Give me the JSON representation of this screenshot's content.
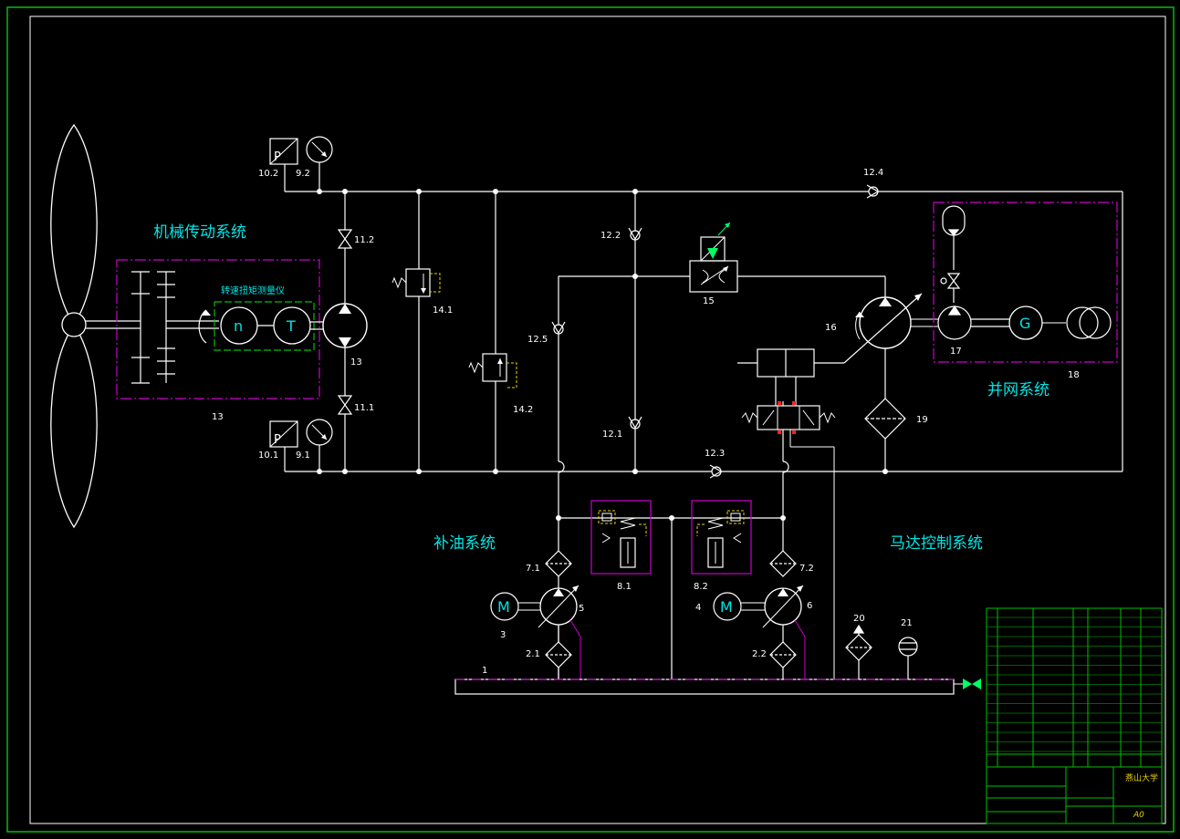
{
  "colors": {
    "line": "#ffffff",
    "frame": "#00c000",
    "group": "#cc00cc",
    "meter_box": "#00c000",
    "text": "#ffffff",
    "title_text": "#00e5e5",
    "indicator": "#ff2020",
    "valve_green": "#00ff66",
    "pilot": "#e8d200"
  },
  "systems": {
    "mechanical": "机械传动系统",
    "grid": "并网系统",
    "charge": "补油系统",
    "motor_control": "马达控制系统",
    "torque_meter": "转速扭矩测量仪"
  },
  "symbols": {
    "speed": "n",
    "torque": "T",
    "generator": "G",
    "motor": "M",
    "pressure": "P"
  },
  "labels": {
    "l1": "1",
    "l2_1": "2.1",
    "l2_2": "2.2",
    "l3": "3",
    "l4": "4",
    "l5": "5",
    "l6": "6",
    "l7_1": "7.1",
    "l7_2": "7.2",
    "l8_1": "8.1",
    "l8_2": "8.2",
    "l9_1": "9.1",
    "l9_2": "9.2",
    "l10_1": "10.1",
    "l10_2": "10.2",
    "l11_1": "11.1",
    "l11_2": "11.2",
    "l12_1": "12.1",
    "l12_2": "12.2",
    "l12_3": "12.3",
    "l12_4": "12.4",
    "l12_5": "12.5",
    "l13a": "13",
    "l13b": "13",
    "l14_1": "14.1",
    "l14_2": "14.2",
    "l15": "15",
    "l16": "16",
    "l17": "17",
    "l18": "18",
    "l19": "19",
    "l20": "20",
    "l21": "21"
  },
  "title_block": {
    "school": "燕山大学",
    "sheet_size": "A0"
  }
}
